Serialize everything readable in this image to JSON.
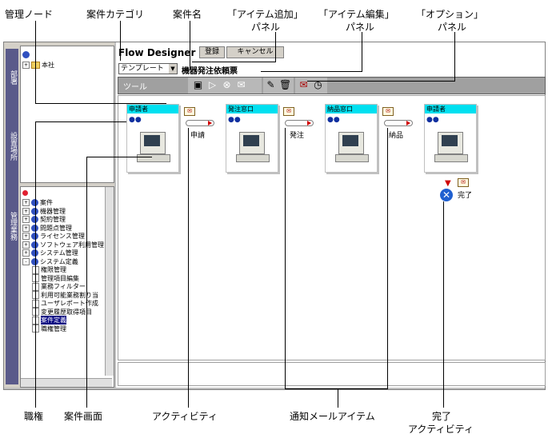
{
  "callouts": {
    "admin_node": "管理ノード",
    "case_category": "案件カテゴリ",
    "case_name": "案件名",
    "add_item_panel_1": "「アイテム追加」",
    "add_item_panel_2": "パネル",
    "edit_item_panel_1": "「アイテム編集」",
    "edit_item_panel_2": "パネル",
    "option_panel_1": "「オプション」",
    "option_panel_2": "パネル",
    "authority": "職権",
    "case_screen": "案件画面",
    "activity": "アクティビティ",
    "mail_item": "通知メールアイテム",
    "complete_activity_1": "完了",
    "complete_activity_2": "アクティビティ"
  },
  "leftnav": {
    "tabs": [
      "部署",
      "設置場所",
      "管理業務"
    ],
    "top_tree": {
      "root_label": "本社"
    },
    "tree": [
      {
        "label": "案件",
        "level": 1,
        "expander": "+"
      },
      {
        "label": "機器管理",
        "level": 1,
        "expander": "+"
      },
      {
        "label": "契約管理",
        "level": 1,
        "expander": "+"
      },
      {
        "label": "問題点管理",
        "level": 1,
        "expander": "+"
      },
      {
        "label": "ライセンス管理",
        "level": 1,
        "expander": "+"
      },
      {
        "label": "ソフトウェア利用管理",
        "level": 1,
        "expander": "+"
      },
      {
        "label": "システム管理",
        "level": 1,
        "expander": "+"
      },
      {
        "label": "システム定義",
        "level": 1,
        "expander": "-"
      },
      {
        "label": "権限管理",
        "level": 2
      },
      {
        "label": "管理項目編集",
        "level": 2
      },
      {
        "label": "業務フィルター",
        "level": 2
      },
      {
        "label": "利用可能業務割り当",
        "level": 2
      },
      {
        "label": "ユーザレポート作成",
        "level": 2
      },
      {
        "label": "変更履歴取得項目",
        "level": 2
      },
      {
        "label": "案件定義",
        "level": 2,
        "selected": true
      },
      {
        "label": "職権管理",
        "level": 2
      }
    ]
  },
  "designer": {
    "title": "Flow Designer",
    "register_button": "登録",
    "cancel_button": "キャンセル",
    "category_select": "テンプレート",
    "case_name": "機器発注依頼票",
    "toolbar_label": "ツール"
  },
  "flow": {
    "cards": [
      {
        "title": "申請者"
      },
      {
        "title": "発注窓口"
      },
      {
        "title": "納品窓口"
      },
      {
        "title": "申請者"
      }
    ],
    "transitions": [
      "申請",
      "発注",
      "納品"
    ],
    "complete_label": "完了"
  },
  "colors": {
    "card_title_bg": "#00e0f0",
    "toolbar_bg": "#a0a0a0",
    "nav_tab_bg": "#5a5a8a"
  }
}
